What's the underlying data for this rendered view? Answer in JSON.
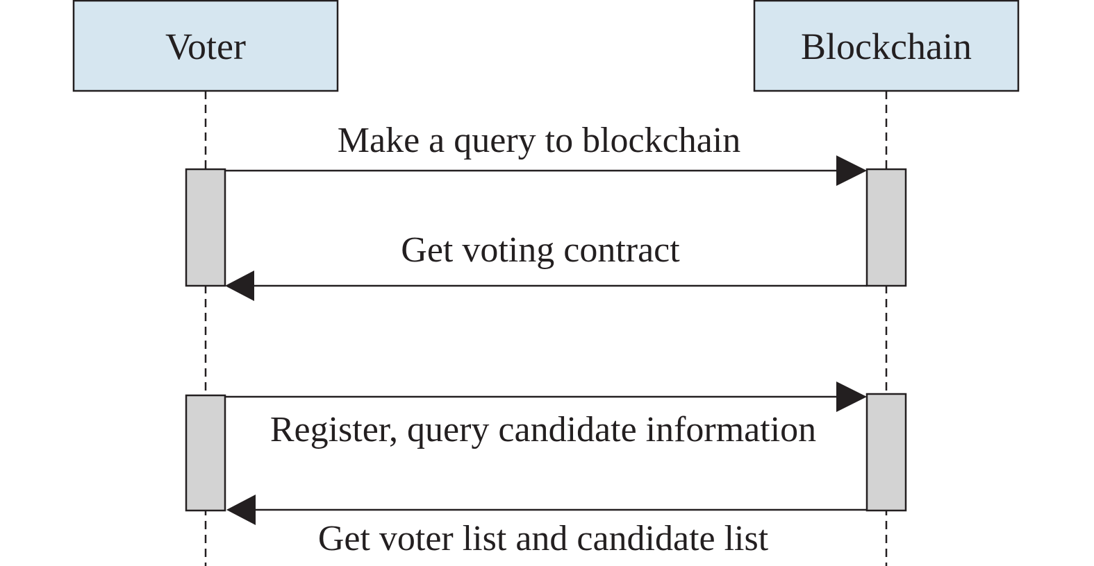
{
  "actors": {
    "voter": "Voter",
    "blockchain": "Blockchain"
  },
  "messages": [
    {
      "text": "Make a query to blockchain",
      "from": "Voter",
      "to": "Blockchain"
    },
    {
      "text": "Get voting contract",
      "from": "Blockchain",
      "to": "Voter"
    },
    {
      "text": "Register, query candidate information",
      "from": "Voter",
      "to": "Blockchain"
    },
    {
      "text": "Get voter list and candidate list",
      "from": "Blockchain",
      "to": "Voter"
    }
  ],
  "colors": {
    "actor_fill": "#d6e6f0",
    "activation_fill": "#d3d3d3",
    "stroke": "#231f20"
  }
}
